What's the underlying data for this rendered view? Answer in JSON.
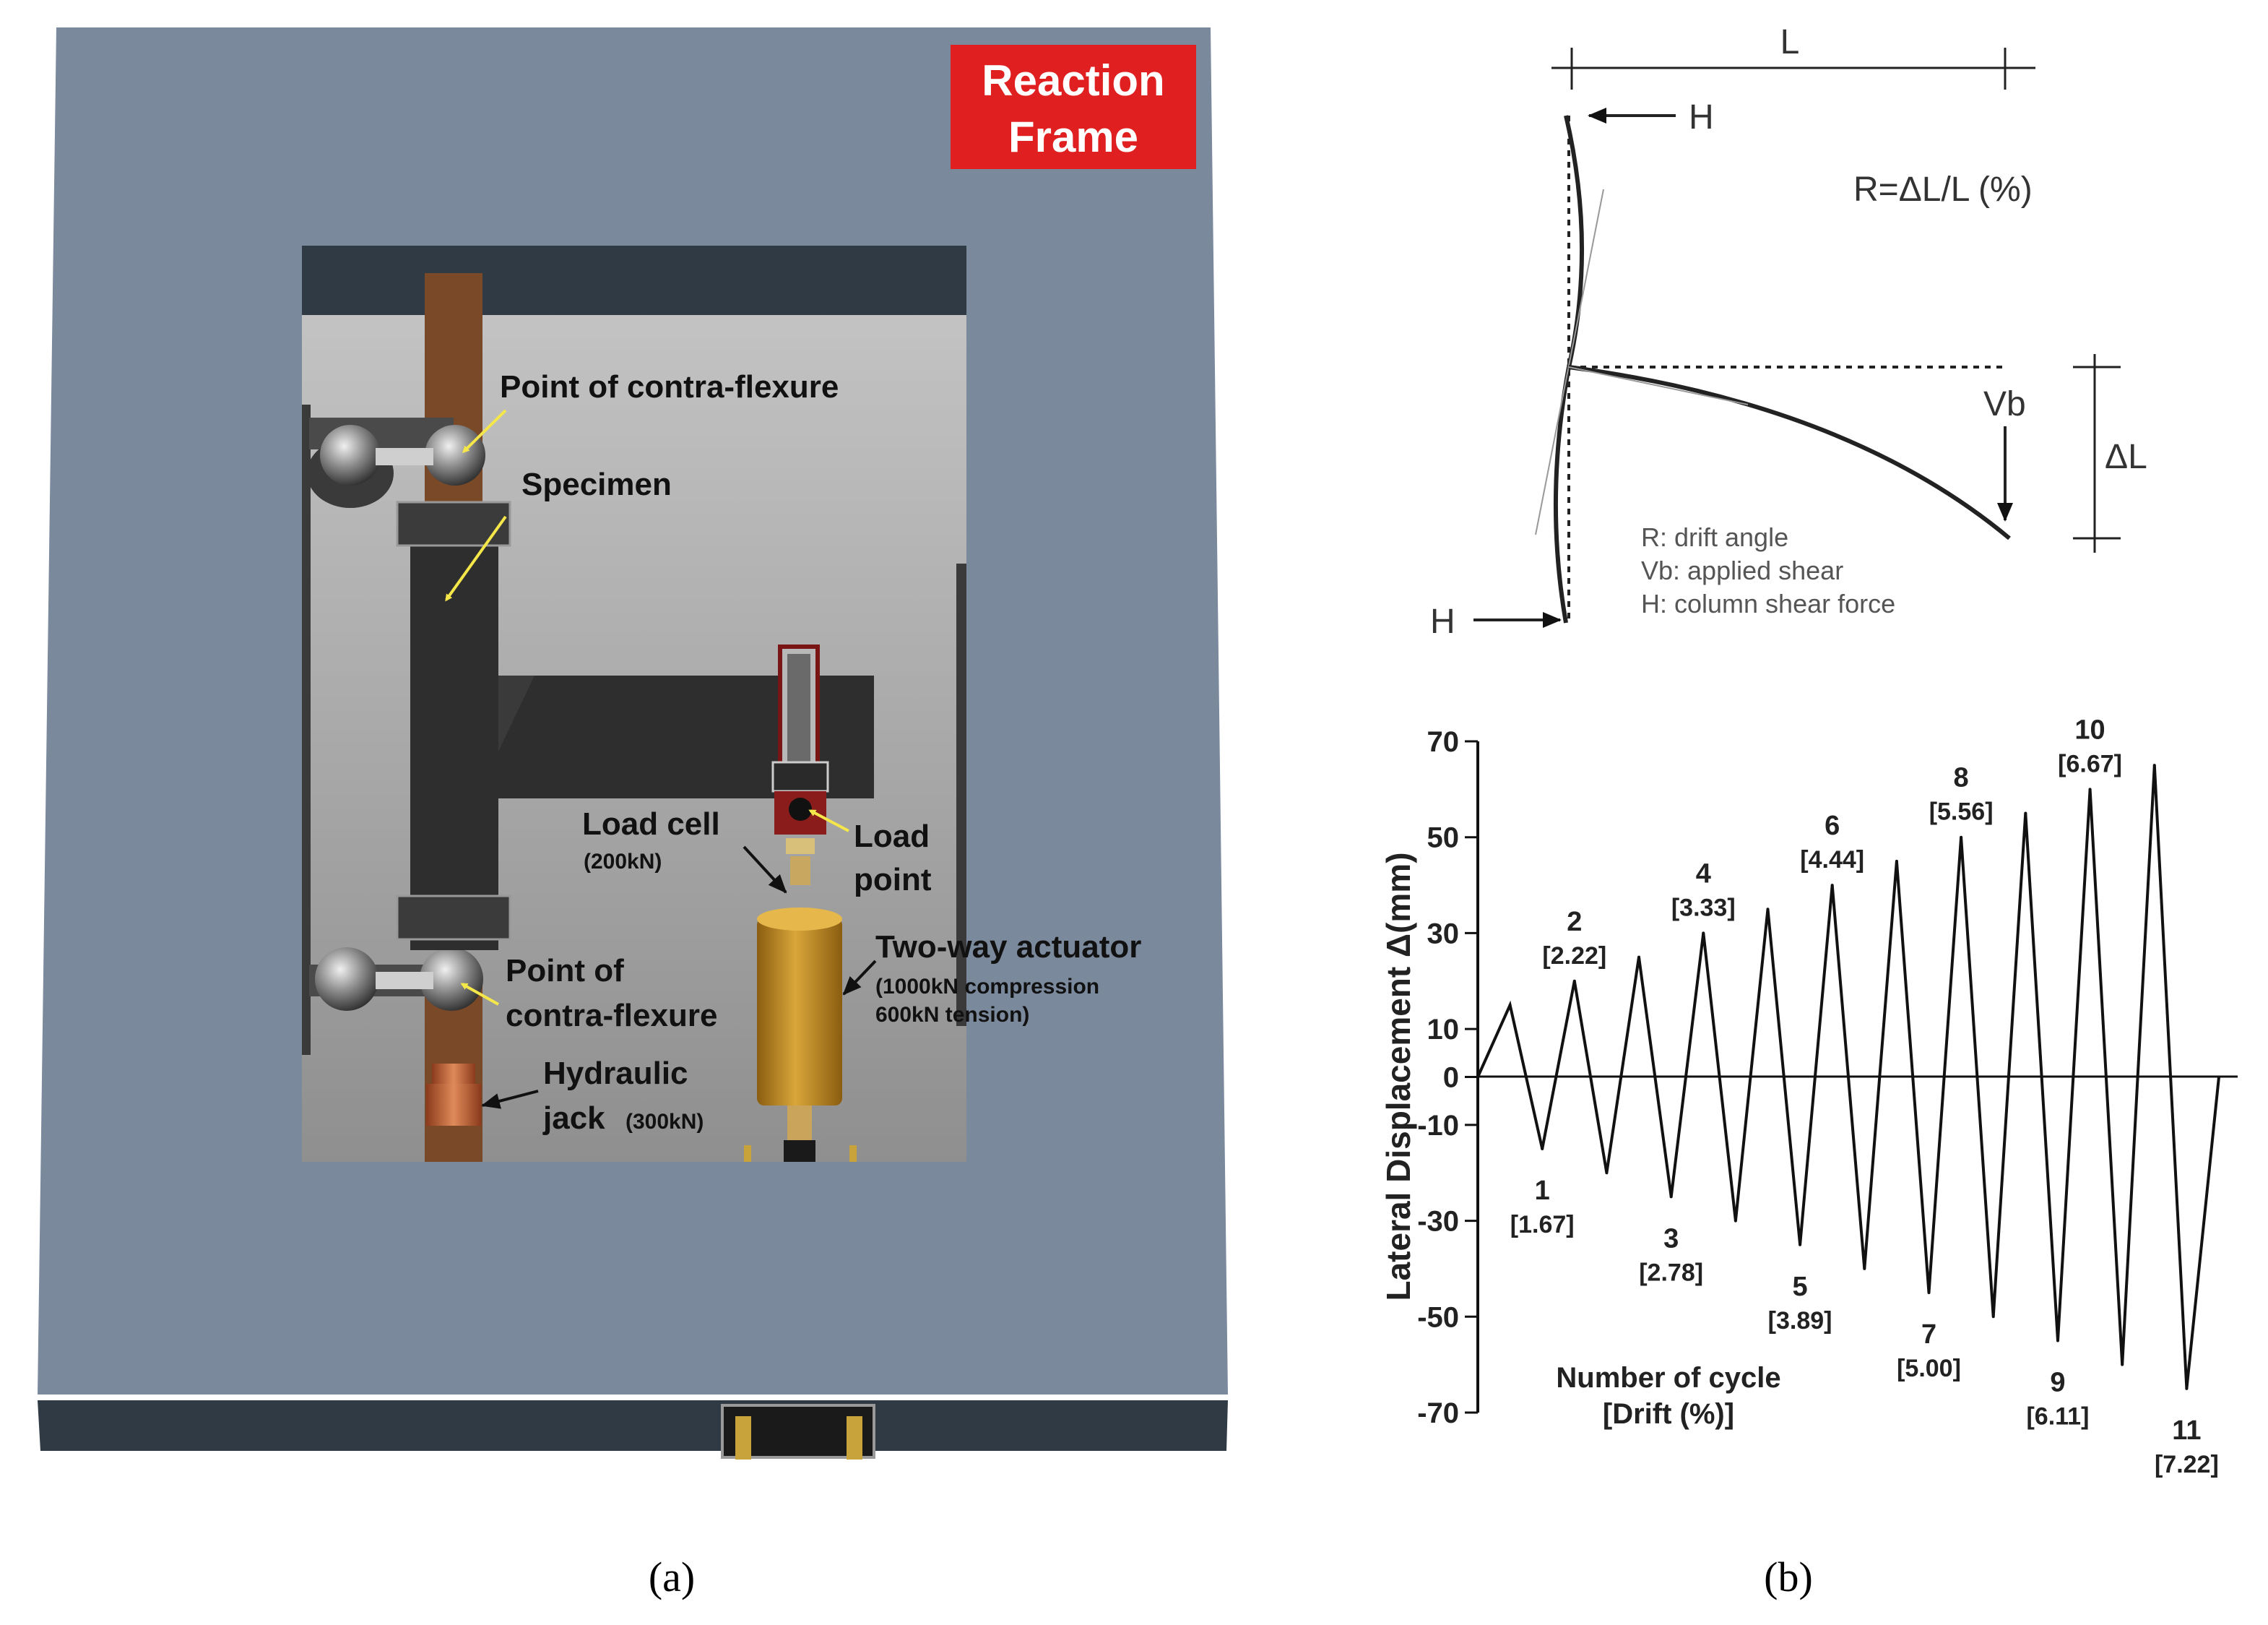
{
  "panel_a": {
    "caption": "(a)",
    "frame_label": [
      "Reaction",
      "Frame"
    ],
    "labels": {
      "contra_top": "Point of contra-flexure",
      "specimen": "Specimen",
      "load_cell": "Load cell",
      "load_cell_cap": "(200kN)",
      "load_point_1": "Load",
      "load_point_2": "point",
      "contra_bottom_1": "Point of",
      "contra_bottom_2": "contra-flexure",
      "actuator": "Two-way actuator",
      "actuator_spec_1": "(1000kN compression",
      "actuator_spec_2": "600kN tension)",
      "jack_1": "Hydraulic",
      "jack_2": "jack",
      "jack_cap": "(300kN)"
    },
    "colors": {
      "frame": "#7b899d",
      "frame_edge": "#2f3a45",
      "label_bg": "#e02020",
      "specimen": "#2e2e2e",
      "actuator": "#c8921a",
      "column_stub": "#7a4a28",
      "arrow": "#f5e74a"
    }
  },
  "panel_b": {
    "caption": "(b)",
    "schematic": {
      "L": "L",
      "H_top": "H",
      "H_bottom": "H",
      "formula": "R=ΔL/L (%)",
      "Vb": "Vb",
      "dL": "ΔL",
      "legend": [
        "R: drift angle",
        "Vb: applied shear",
        "H: column shear force"
      ]
    }
  },
  "chart_data": {
    "type": "line",
    "ylabel": "Lateral Displacement Δ(mm)",
    "xlabel_1": "Number of cycle",
    "xlabel_2": "[Drift (%)]",
    "yticks": [
      70,
      50,
      30,
      10,
      0,
      -10,
      -30,
      -50,
      -70
    ],
    "ylim": [
      -70,
      70
    ],
    "series": [
      {
        "values": [
          0,
          15,
          -15,
          20,
          -20,
          25,
          -25,
          30,
          -30,
          35,
          -35,
          40,
          -40,
          45,
          -45,
          50,
          -50,
          55,
          -55,
          60,
          -60,
          65,
          -65,
          0
        ]
      }
    ],
    "annotations": [
      {
        "cycle": "1",
        "drift": "[1.67]"
      },
      {
        "cycle": "2",
        "drift": "[2.22]"
      },
      {
        "cycle": "3",
        "drift": "[2.78]"
      },
      {
        "cycle": "4",
        "drift": "[3.33]"
      },
      {
        "cycle": "5",
        "drift": "[3.89]"
      },
      {
        "cycle": "6",
        "drift": "[4.44]"
      },
      {
        "cycle": "7",
        "drift": "[5.00]"
      },
      {
        "cycle": "8",
        "drift": "[5.56]"
      },
      {
        "cycle": "9",
        "drift": "[6.11]"
      },
      {
        "cycle": "10",
        "drift": "[6.67]"
      },
      {
        "cycle": "11",
        "drift": "[7.22]"
      }
    ]
  }
}
